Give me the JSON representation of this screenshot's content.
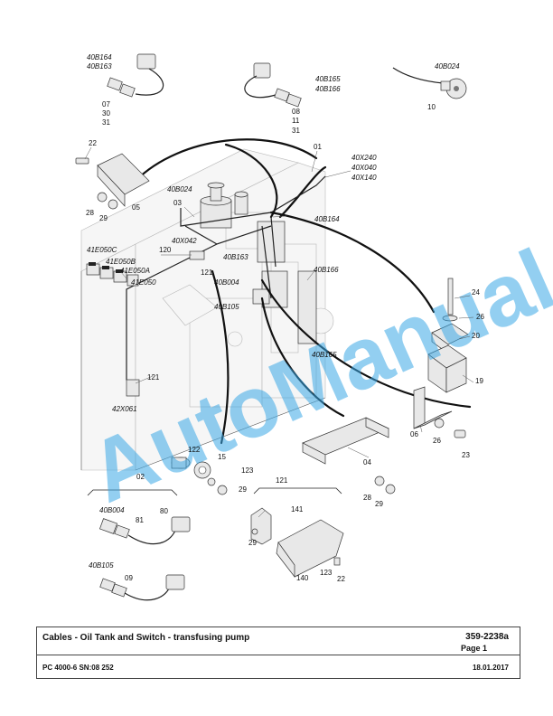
{
  "watermark": "AutoManual",
  "labels": {
    "l_40B164_top": "40B164",
    "l_40B163_top": "40B163",
    "l_07": "07",
    "l_30": "30",
    "l_31a": "31",
    "l_40B165_top": "40B165",
    "l_40B166_top": "40B166",
    "l_08": "08",
    "l_11": "11",
    "l_31b": "31",
    "l_40B024_top": "40B024",
    "l_10": "10",
    "l_22a": "22",
    "l_01": "01",
    "l_40X240": "40X240",
    "l_40X040": "40X040",
    "l_40X140": "40X140",
    "l_40B024_mid": "40B024",
    "l_03": "03",
    "l_05": "05",
    "l_28a": "28",
    "l_29a": "29",
    "l_40B164_mid": "40B164",
    "l_40X042": "40X042",
    "l_41E050C": "41E050C",
    "l_41E050B": "41E050B",
    "l_41E050A": "41E050A",
    "l_41E050": "41E050",
    "l_120": "120",
    "l_121a": "121",
    "l_40B163_mid": "40B163",
    "l_40B004_mid": "40B004",
    "l_40B166_mid": "40B166",
    "l_40B105_mid": "40B105",
    "l_24": "24",
    "l_26a": "26",
    "l_20": "20",
    "l_19": "19",
    "l_40B165_mid": "40B165",
    "l_121b": "121",
    "l_42X061": "42X061",
    "l_06": "06",
    "l_26b": "26",
    "l_23": "23",
    "l_122": "122",
    "l_15": "15",
    "l_123a": "123",
    "l_29b": "29",
    "l_04": "04",
    "l_28b": "28",
    "l_29c": "29",
    "l_02": "02",
    "l_40B004_bot": "40B004",
    "l_81": "81",
    "l_80": "80",
    "l_121c": "121",
    "l_141": "141",
    "l_29d": "29",
    "l_40B105_bot": "40B105",
    "l_09": "09",
    "l_140": "140",
    "l_123b": "123",
    "l_22b": "22"
  },
  "titleblock": {
    "title": "Cables - Oil Tank and Switch - transfusing pump",
    "doc_number": "359-2238a",
    "page": "Page 1",
    "model": "PC 4000-6 SN:08 252",
    "date": "18.01.2017"
  }
}
